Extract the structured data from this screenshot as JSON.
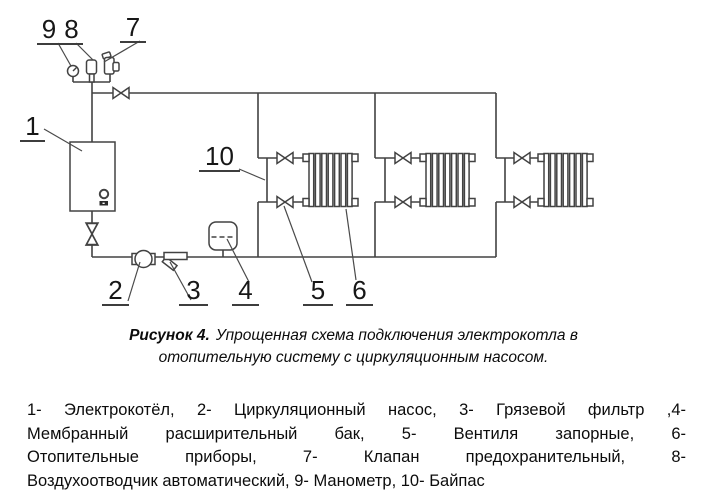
{
  "diagram": {
    "labels": {
      "boiler": "1",
      "pump": "2",
      "filter": "3",
      "tank": "4",
      "valves": "5",
      "radiators": "6",
      "safety_valve": "7",
      "air_vent": "8",
      "gauge": "9",
      "bypass": "10"
    }
  },
  "caption": {
    "prefix": "Рисунок 4.",
    "line1": "Упрощенная схема подключения электрокотла в",
    "line2": "отопительную систему с циркуляционным насосом."
  },
  "legend": {
    "lines": [
      "1- Электрокотёл, 2- Циркуляционный насос, 3- Грязевой фильтр ,4-",
      "Мембранный расширительный бак, 5- Вентиля запорные, 6-",
      "Отопительные приборы, 7- Клапан предохранительный, 8-",
      "Воздухоотводчик автоматический, 9- Манометр, 10- Байпас"
    ]
  },
  "colors": {
    "line": "#424242",
    "text": "#0c0c0c",
    "background": "#ffffff"
  }
}
